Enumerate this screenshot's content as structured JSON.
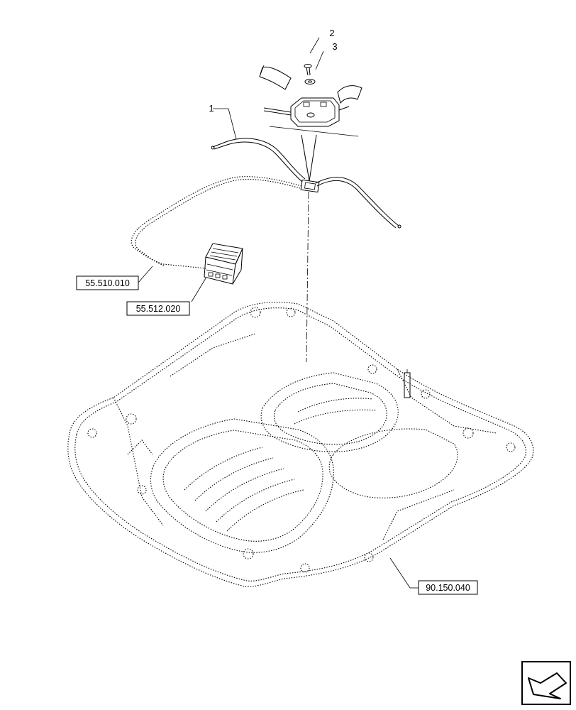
{
  "callouts": {
    "item_1": "1",
    "item_2": "2",
    "item_3": "3"
  },
  "references": {
    "ref_antenna": "55.510.010",
    "ref_module": "55.512.020",
    "ref_roof": "90.150.040"
  },
  "nav": {
    "next_icon": "arrow-next-icon"
  }
}
